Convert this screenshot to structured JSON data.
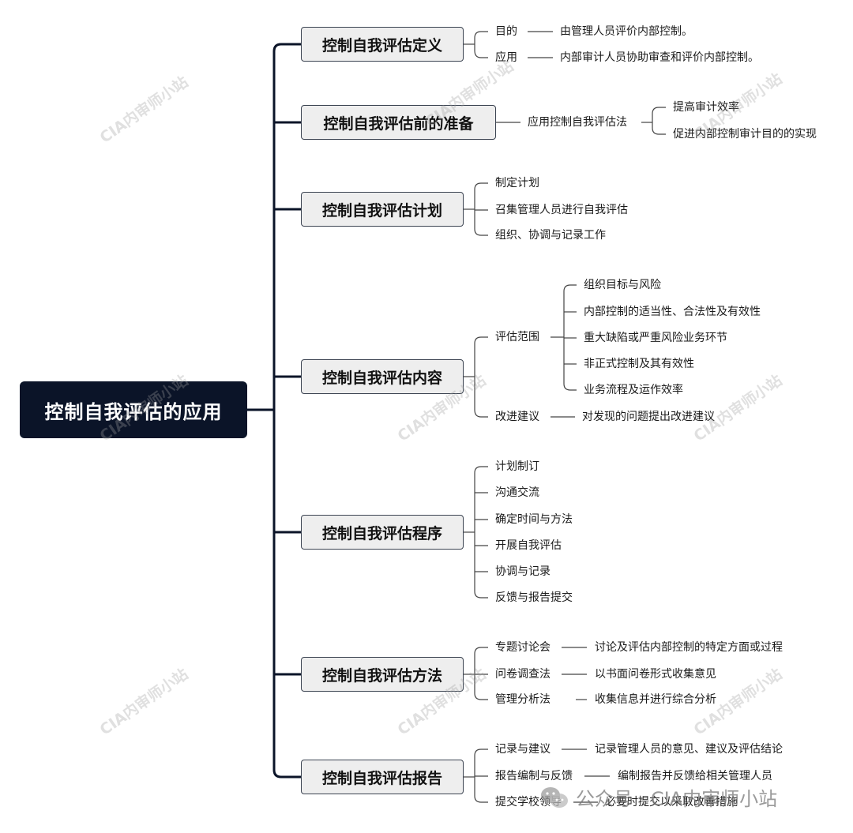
{
  "root": {
    "label": "控制自我评估的应用"
  },
  "branches": [
    {
      "label": "控制自我评估定义",
      "children": [
        {
          "label": "目的",
          "note": "由管理人员评价内部控制。"
        },
        {
          "label": "应用",
          "note": "内部审计人员协助审查和评价内部控制。"
        }
      ]
    },
    {
      "label": "控制自我评估前的准备",
      "children": [
        {
          "label": "应用控制自我评估法",
          "children": [
            {
              "label": "提高审计效率"
            },
            {
              "label": "促进内部控制审计目的的实现"
            }
          ]
        }
      ]
    },
    {
      "label": "控制自我评估计划",
      "children": [
        {
          "label": "制定计划"
        },
        {
          "label": "召集管理人员进行自我评估"
        },
        {
          "label": "组织、协调与记录工作"
        }
      ]
    },
    {
      "label": "控制自我评估内容",
      "children": [
        {
          "label": "评估范围",
          "children": [
            {
              "label": "组织目标与风险"
            },
            {
              "label": "内部控制的适当性、合法性及有效性"
            },
            {
              "label": "重大缺陷或严重风险业务环节"
            },
            {
              "label": "非正式控制及其有效性"
            },
            {
              "label": "业务流程及运作效率"
            }
          ]
        },
        {
          "label": "改进建议",
          "note": "对发现的问题提出改进建议"
        }
      ]
    },
    {
      "label": "控制自我评估程序",
      "children": [
        {
          "label": "计划制订"
        },
        {
          "label": "沟通交流"
        },
        {
          "label": "确定时间与方法"
        },
        {
          "label": "开展自我评估"
        },
        {
          "label": "协调与记录"
        },
        {
          "label": "反馈与报告提交"
        }
      ]
    },
    {
      "label": "控制自我评估方法",
      "children": [
        {
          "label": "专题讨论会",
          "note": "讨论及评估内部控制的特定方面或过程"
        },
        {
          "label": "问卷调查法",
          "note": "以书面问卷形式收集意见"
        },
        {
          "label": "管理分析法",
          "note": "收集信息并进行综合分析"
        }
      ]
    },
    {
      "label": "控制自我评估报告",
      "children": [
        {
          "label": "记录与建议",
          "note": "记录管理人员的意见、建议及评估结论"
        },
        {
          "label": "报告编制与反馈",
          "note": "编制报告并反馈给相关管理人员"
        },
        {
          "label": "提交学校领导",
          "note": "必要时提交以采取改善措施"
        }
      ]
    }
  ],
  "watermark": {
    "text": "CIA内审师小站"
  },
  "footer": {
    "text": "公众号 · CIA内审师小站",
    "icon": "wechat-icon"
  },
  "colors": {
    "root_bg": "#0b1428",
    "branch_bg": "#eeeeee",
    "line": "#0b1428"
  }
}
